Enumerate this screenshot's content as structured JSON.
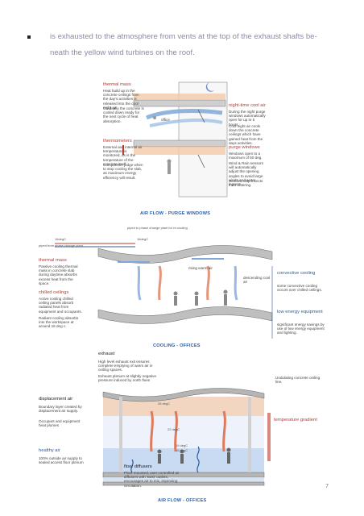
{
  "intro": {
    "text": "is exhausted to the atmosphere from vents at the top of the exhaust shafts be-neath the yellow wind turbines on the roof."
  },
  "figure1": {
    "thermal_mass": {
      "heading": "thermal mass",
      "body": "Heat build up in the concrete ceilings from the day's activities is released into the cool night air.",
      "body2": "Gradually the concrete is cooled down ready for the next cycle of heat absorption."
    },
    "office_label": "office",
    "night_air": {
      "heading": "night-time cool air",
      "body": "During the night purge windows automatically open for up to 5 hours.",
      "body2": "Cool night air cools down the concrete ceilings which have gained heat from the days activities."
    },
    "thermometers": {
      "heading": "thermometers",
      "body": "External and internal air temperature is monitored, as is the temperature of the concrete itself.",
      "body2": "Comparison judge when to stop cooling the slab, as maximum energy efficiency will result."
    },
    "purge_windows": {
      "heading": "purge windows",
      "body": "Windows open to a maximum of 50 deg.",
      "body2": "Wind & Rain sensors will automatically adjust the opening angles to avoid large winds and water ingress.",
      "body3": "Screens stop insects from entering."
    },
    "caption": "AIR FLOW - PURGE WINDOWS"
  },
  "figure2": {
    "pipe_label_1": "piped to phase change plant for re-cooling",
    "temp_1": "16degC",
    "temp_2": "18degC",
    "pipe_label_2": "piped from phase change plant",
    "thermal_mass": {
      "heading": "thermal mass",
      "body": "Passive cooling thermal mass in concrete slab during daytime absorbs excess heat from the space."
    },
    "chilled_ceilings": {
      "heading": "chilled ceilings",
      "body": "Active cooling chilled ceiling panels absorb radiated heat from equipment and occupants.",
      "body2": "Radiant cooling absorbs into the workspace at around 16 deg c."
    },
    "rising_warm_air": "rising warm air",
    "descending_cool_air": "descending cool air",
    "convective_cooling": {
      "heading": "convective cooling",
      "body": "some convective cooling occurs over chilled ceilings."
    },
    "low_energy": {
      "heading": "low energy equipment",
      "body": "significant energy savings by use of low energy equipment and lighting."
    },
    "caption": "COOLING - OFFICES"
  },
  "figure3": {
    "exhaust": {
      "heading": "exhaust",
      "body": "High level exhaust exit ensures complete emptying of warm air in ceiling spaces.",
      "body2": "Exhaust plenum at slightly negative pressure induced by north flues"
    },
    "undulating": "Undulating concrete ceiling line.",
    "displacement_air": {
      "heading": "displacement air",
      "body": "Boundary layer created by displacement air supply.",
      "body2": "Occupant and equipment heat plumes"
    },
    "temp_gradient": {
      "heading": "temperature gradient"
    },
    "temps": [
      "26 degC",
      "22 degC",
      "19 degC",
      "18 degC"
    ],
    "healthy_air": {
      "heading": "healthy air",
      "body": "100% outside air supply to sealed access floor plenum"
    },
    "floor_diffusers": {
      "heading": "floor diffusers",
      "body": "Floor mounted, user controlled air diffusers with 'twist' outlets, encourages air to mix, improving circulation."
    },
    "caption": "AIR FLOW - OFFICES"
  },
  "page_number": "7",
  "colors": {
    "intro_text": "#8a8aaa",
    "caption": "#2a5d9f",
    "warm": "#e8a070",
    "cool": "#7fa8d8",
    "heading_red": "#c0392b"
  }
}
